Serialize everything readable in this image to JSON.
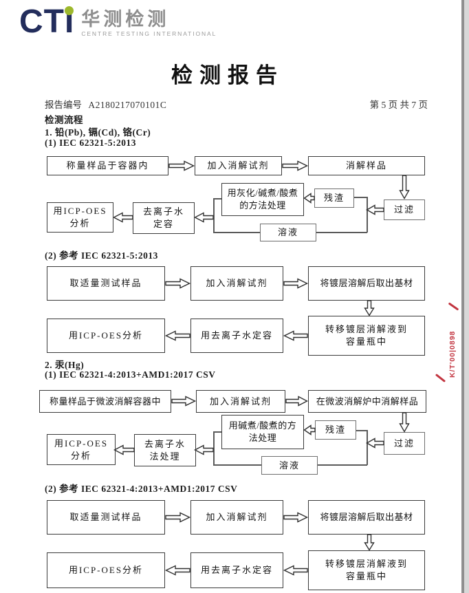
{
  "logo": {
    "cti": "CTI",
    "cn": "华测检测",
    "en": "CENTRE TESTING INTERNATIONAL"
  },
  "title": "检测报告",
  "meta": {
    "report_no_label": "报告编号",
    "report_no": "A2180217070101C",
    "page_info": "第 5 页  共 7 页"
  },
  "sections": {
    "flow_title": "检测流程",
    "s1_title": "1. 铅(Pb), 镉(Cd), 铬(Cr)",
    "s1_m1": "(1) IEC 62321-5:2013",
    "s1_m2": "(2) 参考 IEC 62321-5:2013",
    "s2_title": "2. 汞(Hg)",
    "s2_m1": "(1) IEC 62321-4:2013+AMD1:2017 CSV",
    "s2_m2": "(2) 参考 IEC 62321-4:2013+AMD1:2017 CSV"
  },
  "flow1": {
    "weigh": "称量样品于容器内",
    "add": "加入消解试剂",
    "digest": "消解样品",
    "filter": "过滤",
    "residue": "残渣",
    "ash": "用灰化/碱煮/酸煮\n的方法处理",
    "solution": "溶液",
    "dilute": "去离子水\n定容",
    "icp": "用ICP-OES\n分析"
  },
  "flow2": {
    "take": "取适量测试样品",
    "add": "加入消解试剂",
    "dissolve": "将镀层溶解后取出基材",
    "transfer": "转移镀层消解液到\n容量瓶中",
    "dilute": "用去离子水定容",
    "icp": "用ICP-OES分析"
  },
  "flow3": {
    "weigh": "称量样品于微波消解容器中",
    "add": "加入消解试剂",
    "digest": "在微波消解炉中消解样品",
    "filter": "过滤",
    "residue": "残渣",
    "boil": "用碱煮/酸煮的方\n法处理",
    "solution": "溶液",
    "dilute": "去离子水\n法处理",
    "icp": "用ICP-OES\n分析"
  },
  "flow4": {
    "take": "取适量测试样品",
    "add": "加入消解试剂",
    "dissolve": "将镀层溶解后取出基材",
    "transfer": "转移镀层消解液到\n容量瓶中",
    "dilute": "用去离子水定容",
    "icp": "用ICP-OES分析"
  },
  "stamp": {
    "text": "K/T'00|0898"
  },
  "colors": {
    "logo_navy": "#232d5c",
    "logo_green": "#9db82c",
    "logo_gray": "#8e8e8e",
    "stamp_red": "#c23540"
  }
}
